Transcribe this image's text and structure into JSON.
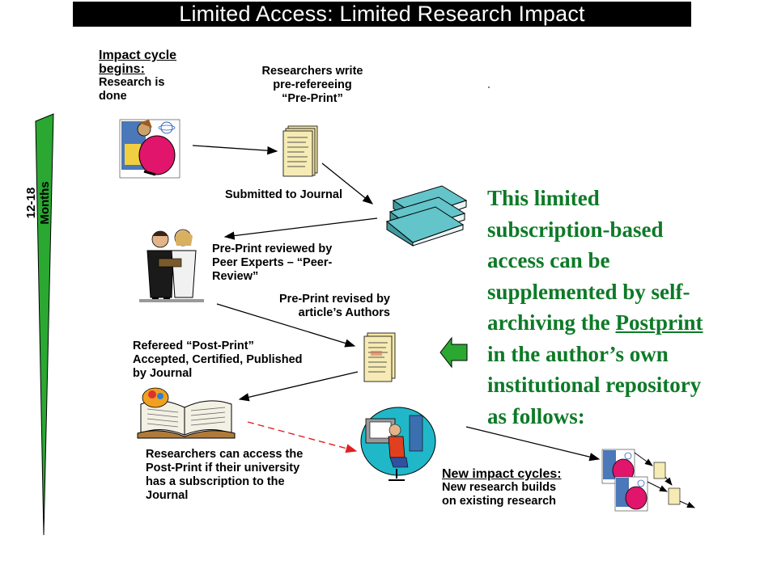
{
  "title": "Limited Access: Limited Research Impact",
  "timeline_label": "12-18 Months",
  "steps": {
    "impact_begins": {
      "heading": "Impact cycle begins:",
      "text": "Research is done"
    },
    "preprint": {
      "line1": "Researchers write",
      "line2": "pre-refereeing",
      "line3": "“Pre-Print”"
    },
    "submitted": "Submitted to Journal",
    "peer_review": {
      "line1": "Pre-Print reviewed by",
      "line2": "Peer Experts – “Peer-",
      "line3": "Review”"
    },
    "revised": {
      "line1": "Pre-Print revised by",
      "line2": "article’s Authors"
    },
    "postprint": {
      "line1": "Refereed “Post-Print”",
      "line2": "Accepted, Certified, Published",
      "line3": "by Journal"
    },
    "access": {
      "line1": "Researchers can access the",
      "line2": "Post-Print if their university",
      "line3": "has a subscription to the",
      "line4": "Journal"
    },
    "new_cycles": {
      "heading": "New impact cycles:",
      "line1": "New research builds",
      "line2": "on existing research"
    }
  },
  "callout": {
    "line1": "This limited",
    "line2": "subscription-based",
    "line3": "access can be",
    "line4": "supplemented by self-",
    "line5_pre": "archiving the ",
    "line5_link": "Postprint",
    "line6": "in the author’s own",
    "line7": "institutional repository",
    "line8": "as follows:"
  },
  "colors": {
    "green": "#0d7a27",
    "timeline_green": "#2aa832",
    "arrow_red": "#e02020"
  }
}
